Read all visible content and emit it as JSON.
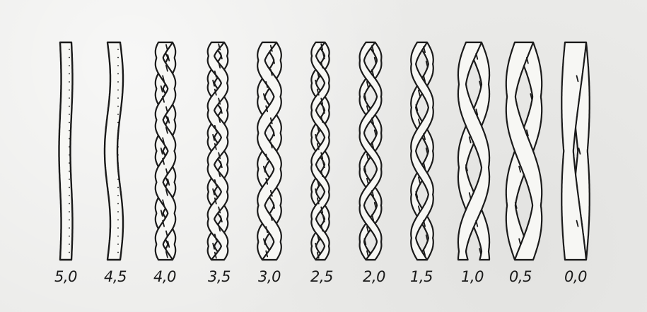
{
  "labels": [
    "5,0",
    "4,5",
    "4,0",
    "3,5",
    "3,0",
    "2,5",
    "2,0",
    "1,5",
    "1,0",
    "0,5",
    "0,0"
  ],
  "colors": {
    "background": "#ececea",
    "ink": "#1a1a1a",
    "fill": "#f7f7f4"
  }
}
